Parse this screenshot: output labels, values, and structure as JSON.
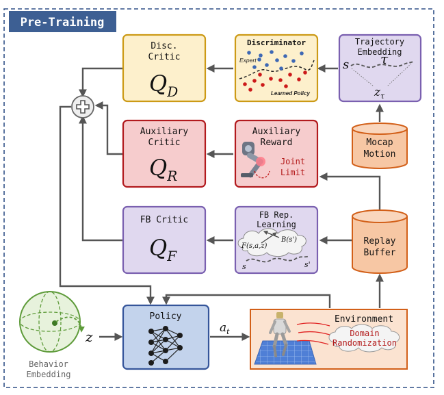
{
  "title": "Pre-Training",
  "colors": {
    "frame": "#2f4f86",
    "title_bg": "#3d5f93",
    "arrow": "#555555",
    "yellow_fill": "#fdf0cc",
    "yellow_stroke": "#cc9a16",
    "red_fill": "#f6cccd",
    "red_stroke": "#b21a1e",
    "purple_fill": "#e0d8ef",
    "purple_stroke": "#7a60b0",
    "orange_fill": "#f7c7a4",
    "orange_stroke": "#d25f18",
    "blue_fill": "#c3d3ec",
    "blue_stroke": "#35559a",
    "green": "#5e9b3a",
    "green_fill": "#e7f2dc",
    "expert_dot": "#3e68b4",
    "policy_dot": "#cc1a1a",
    "joint_text": "#b31a1a"
  },
  "nodes": {
    "disc_critic": {
      "l1": "Disc.",
      "l2": "Critic",
      "q": "Q",
      "sub": "D"
    },
    "aux_critic": {
      "l1": "Auxiliary",
      "l2": "Critic",
      "q": "Q",
      "sub": "R"
    },
    "fb_critic": {
      "l1": "FB Critic",
      "q": "Q",
      "sub": "F"
    },
    "discriminator": {
      "title": "Discriminator",
      "expert": "Expert",
      "learned": "Learned Policy"
    },
    "aux_reward": {
      "l1": "Auxiliary",
      "l2": "Reward",
      "j1": "Joint",
      "j2": "Limit"
    },
    "fb_rep": {
      "l1": "FB Rep.",
      "l2": "Learning",
      "f": "F(s,a,z)",
      "b": "B(s')",
      "s": "s",
      "sp": "s'"
    },
    "traj_emb": {
      "l1": "Trajectory",
      "l2": "Embedding",
      "s": "s",
      "tau": "τ",
      "z": "z",
      "zsub": "τ"
    },
    "mocap": {
      "l1": "Mocap",
      "l2": "Motion"
    },
    "replay": {
      "l1": "Replay",
      "l2": "Buffer"
    },
    "policy": {
      "title": "Policy"
    },
    "environment": {
      "title": "Environment",
      "d1": "Domain",
      "d2": "Randomization"
    },
    "behavior": {
      "l1": "Behavior",
      "l2": "Embedding",
      "z": "z"
    },
    "action": {
      "a": "a",
      "sub": "t"
    }
  }
}
